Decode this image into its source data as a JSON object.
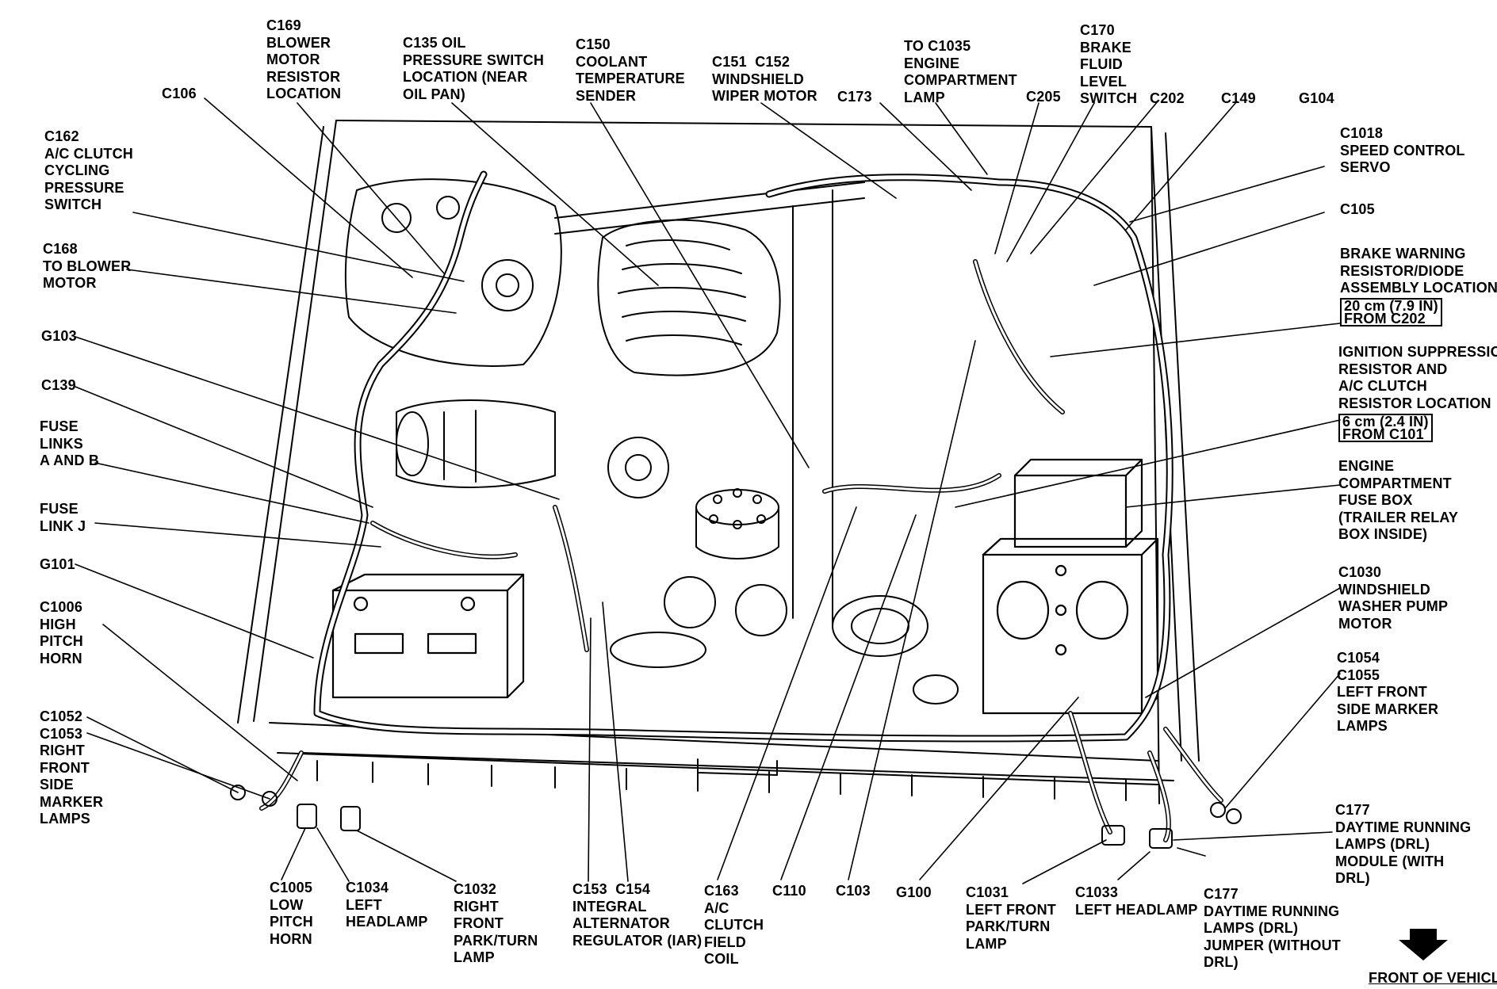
{
  "labels": {
    "c169": "C169\nBLOWER\nMOTOR\nRESISTOR\nLOCATION",
    "c135": "C135 OIL\nPRESSURE SWITCH\nLOCATION (NEAR\nOIL PAN)",
    "c150": "C150\nCOOLANT\nTEMPERATURE\nSENDER",
    "c151_c152": "C151  C152\nWINDSHIELD\nWIPER MOTOR",
    "to_c1035": "TO C1035\nENGINE\nCOMPARTMENT\nLAMP",
    "c170": "C170\nBRAKE\nFLUID\nLEVEL\nSWITCH",
    "c106": "C106",
    "c173": "C173",
    "c205": "C205",
    "c202": "C202",
    "c149": "C149",
    "g104": "G104",
    "c162": "C162\nA/C CLUTCH\nCYCLING\nPRESSURE\nSWITCH",
    "c168": "C168\nTO BLOWER\nMOTOR",
    "g103": "G103",
    "c139": "C139",
    "fuse_links_ab": "FUSE\nLINKS\nA AND B",
    "fuse_link_j": "FUSE\nLINK J",
    "g101": "G101",
    "c1006": "C1006\nHIGH\nPITCH\nHORN",
    "c1052_c1053": "C1052\nC1053\nRIGHT\nFRONT\nSIDE\nMARKER\nLAMPS",
    "c1018": "C1018\nSPEED CONTROL\nSERVO",
    "c105": "C105",
    "brake_warning": "BRAKE WARNING\nRESISTOR/DIODE\nASSEMBLY LOCATION",
    "brake_warning_dist": "20 cm (7.9 IN)\nFROM C202",
    "ignition_suppression": "IGNITION SUPPRESSION\nRESISTOR AND\nA/C CLUTCH\nRESISTOR LOCATION",
    "ignition_dist": "6 cm (2.4 IN)\nFROM C101",
    "fuse_box": "ENGINE\nCOMPARTMENT\nFUSE BOX\n(TRAILER RELAY\nBOX INSIDE)",
    "c1030": "C1030\nWINDSHIELD\nWASHER PUMP\nMOTOR",
    "c1054_c1055": "C1054\nC1055\nLEFT FRONT\nSIDE MARKER\nLAMPS",
    "c177_drl_module": "C177\nDAYTIME RUNNING\nLAMPS (DRL)\nMODULE (WITH\nDRL)",
    "c1005": "C1005\nLOW\nPITCH\nHORN",
    "c1034": "C1034\nLEFT\nHEADLAMP",
    "c1032": "C1032\nRIGHT\nFRONT\nPARK/TURN\nLAMP",
    "c153_c154": "C153  C154\nINTEGRAL\nALTERNATOR\nREGULATOR (IAR)",
    "c163": "C163\nA/C\nCLUTCH\nFIELD\nCOIL",
    "c110": "C110",
    "c103": "C103",
    "g100": "G100",
    "c1031": "C1031\nLEFT FRONT\nPARK/TURN\nLAMP",
    "c1033": "C1033\nLEFT HEADLAMP",
    "c177_drl_jumper": "C177\nDAYTIME RUNNING\nLAMPS (DRL)\nJUMPER (WITHOUT\nDRL)",
    "front_of_vehicle": "FRONT OF VEHICLE"
  }
}
